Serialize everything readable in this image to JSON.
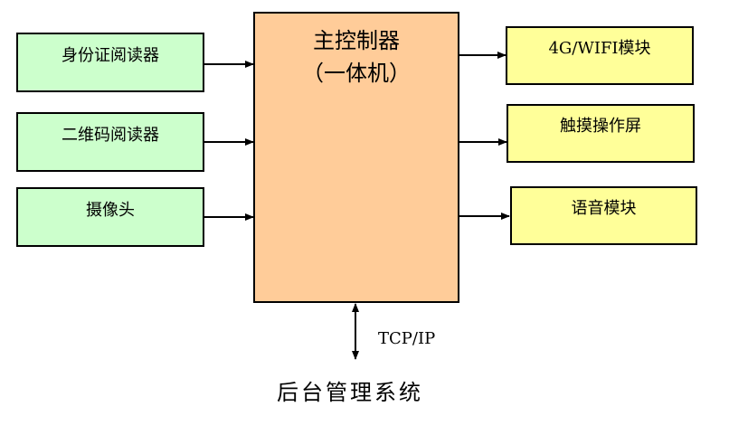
{
  "inputs": [
    {
      "label": "身份证阅读器"
    },
    {
      "label": "二维码阅读器"
    },
    {
      "label": "摄像头"
    }
  ],
  "controller": {
    "line1": "主控制器",
    "line2": "（一体机）"
  },
  "outputs": [
    {
      "label": "4G/WIFI模块"
    },
    {
      "label": "触摸操作屏"
    },
    {
      "label": "语音模块"
    }
  ],
  "link_label": "TCP/IP",
  "backend": "后台管理系统",
  "colors": {
    "input_fill": "#ccffcc",
    "controller_fill": "#ffcc99",
    "output_fill": "#ffff99"
  }
}
